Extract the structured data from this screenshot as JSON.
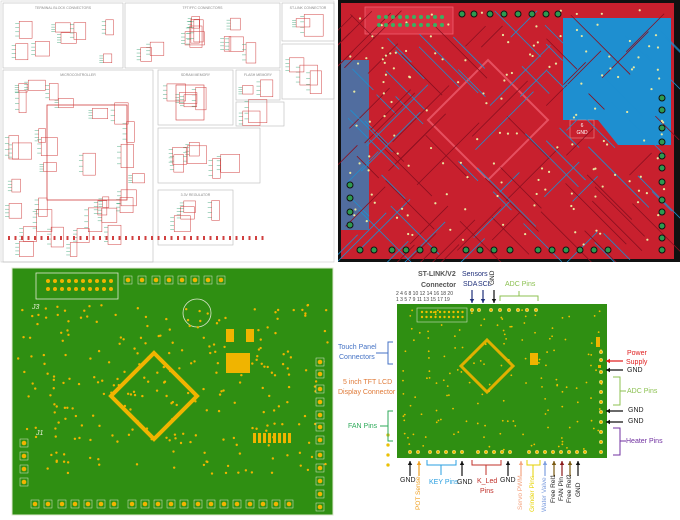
{
  "schematic": {
    "sheet_titles": [
      "TERMINAL BLOCK CONNECTORS",
      "TFT/FFC CONNECTORS",
      "ST-LINK CONNECTOR",
      "MICROCONTROLLER",
      "SDRAM MEMORY",
      "FLASH MEMORY",
      "3.3V REGULATOR"
    ]
  },
  "pcb_layout": {
    "gnd_label": "GND",
    "colors": {
      "top_copper": "#c8202e",
      "bottom_copper": "#1e8fd0",
      "frame": "#111111"
    }
  },
  "render_3d": {
    "silk_labels": [
      "J3",
      "J1"
    ],
    "colors": {
      "board": "#2f8f12",
      "pads": "#f0b400"
    }
  },
  "annotated": {
    "stlink": {
      "title_line1": "ST-LINK/V2",
      "title_line2": "Connector",
      "pins_even": "2 4 6 8 10 12 14 16 18 20",
      "pins_odd": "1 3 5 7 9 11 13 15 17 19"
    },
    "sensors": {
      "title": "Sensors",
      "sda": "SDA",
      "scl": "SCL"
    },
    "top_gnd": "GND",
    "adc_top": "ADC Pins",
    "left": {
      "touch_line1": "Touch Panel",
      "touch_line2": "Connectors",
      "tft_line1": "5 inch TFT LCD",
      "tft_line2": "Display Connector",
      "fan": "FAN Pins"
    },
    "right": {
      "power_line1": "Power",
      "power_line2": "Supply",
      "gnd1": "GND",
      "adc": "ADC Pins",
      "gnd2": "GND",
      "gnd3": "GND",
      "heater": "Heater Pins"
    },
    "bottom": {
      "gnd1": "GND",
      "pot": "POT Sense",
      "key": "KEY Pins",
      "gnd2": "GND",
      "kled_line1": "K_Led",
      "kled_line2": "Pins",
      "gnd3": "GND",
      "servo": "Servo PWM",
      "grinder": "Grinder Pins",
      "water": "Water Valve",
      "rel1": "Free Rel1",
      "fanpin": "FAN Pin",
      "rel2": "Free Rel2",
      "gnd4": "GND"
    },
    "colors": {
      "stlink": "#555555",
      "sensors": "#1f2f7a",
      "adc": "#8cc152",
      "touch": "#4472c4",
      "tft": "#e07b39",
      "fan": "#2eaa5a",
      "power": "#e02020",
      "heater": "#7030a0",
      "key": "#2a9fe0",
      "kled": "#c0302a",
      "pot": "#f0a020",
      "servo": "#f4a582",
      "grinder": "#e6d200",
      "water": "#7f9fdf",
      "rel": "#7a5a10",
      "fanpin": "#8b1a1a"
    }
  }
}
